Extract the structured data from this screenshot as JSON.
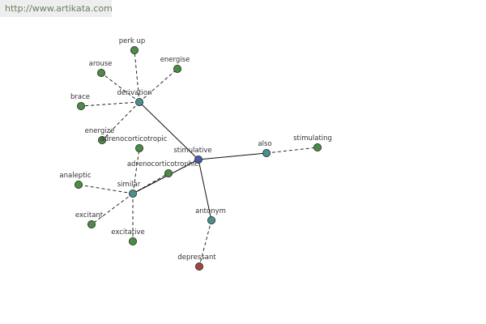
{
  "banner": {
    "url": "http://www.artikata.com"
  },
  "colors": {
    "center": "#4a5aa6",
    "hub": "#4a8f90",
    "leaf": "#4b8b45",
    "antonym_leaf": "#a3453f",
    "edge": "#111111"
  },
  "graph": {
    "nodes": [
      {
        "id": "stimulative",
        "label": "stimulative",
        "kind": "center"
      },
      {
        "id": "derivation",
        "label": "derivation",
        "kind": "hub"
      },
      {
        "id": "similar",
        "label": "similar",
        "kind": "hub"
      },
      {
        "id": "also",
        "label": "also",
        "kind": "hub"
      },
      {
        "id": "antonym",
        "label": "antonym",
        "kind": "hub"
      },
      {
        "id": "perk_up",
        "label": "perk up",
        "kind": "leaf"
      },
      {
        "id": "arouse",
        "label": "arouse",
        "kind": "leaf"
      },
      {
        "id": "energise",
        "label": "energise",
        "kind": "leaf"
      },
      {
        "id": "brace",
        "label": "brace",
        "kind": "leaf"
      },
      {
        "id": "energize",
        "label": "energize",
        "kind": "leaf"
      },
      {
        "id": "adrenocorticotropic",
        "label": "adrenocorticotropic",
        "kind": "leaf"
      },
      {
        "id": "adrenocorticotrophic",
        "label": "adrenocorticotrophic",
        "kind": "leaf"
      },
      {
        "id": "analeptic",
        "label": "analeptic",
        "kind": "leaf"
      },
      {
        "id": "excitant",
        "label": "excitant",
        "kind": "leaf"
      },
      {
        "id": "excitative",
        "label": "excitative",
        "kind": "leaf"
      },
      {
        "id": "stimulating",
        "label": "stimulating",
        "kind": "leaf"
      },
      {
        "id": "depressant",
        "label": "depressant",
        "kind": "antonym_leaf"
      }
    ],
    "edges": [
      {
        "from": "stimulative",
        "to": "derivation",
        "style": "solid"
      },
      {
        "from": "stimulative",
        "to": "similar",
        "style": "solid"
      },
      {
        "from": "stimulative",
        "to": "also",
        "style": "solid"
      },
      {
        "from": "stimulative",
        "to": "antonym",
        "style": "solid"
      },
      {
        "from": "derivation",
        "to": "perk_up",
        "style": "dashed"
      },
      {
        "from": "derivation",
        "to": "arouse",
        "style": "dashed"
      },
      {
        "from": "derivation",
        "to": "energise",
        "style": "dashed"
      },
      {
        "from": "derivation",
        "to": "brace",
        "style": "dashed"
      },
      {
        "from": "derivation",
        "to": "energize",
        "style": "dashed"
      },
      {
        "from": "similar",
        "to": "adrenocorticotropic",
        "style": "dashed"
      },
      {
        "from": "similar",
        "to": "adrenocorticotrophic",
        "style": "dashed"
      },
      {
        "from": "similar",
        "to": "analeptic",
        "style": "dashed"
      },
      {
        "from": "similar",
        "to": "excitant",
        "style": "dashed"
      },
      {
        "from": "similar",
        "to": "excitative",
        "style": "dashed"
      },
      {
        "from": "also",
        "to": "stimulating",
        "style": "dashed"
      },
      {
        "from": "antonym",
        "to": "depressant",
        "style": "dashed"
      }
    ]
  }
}
